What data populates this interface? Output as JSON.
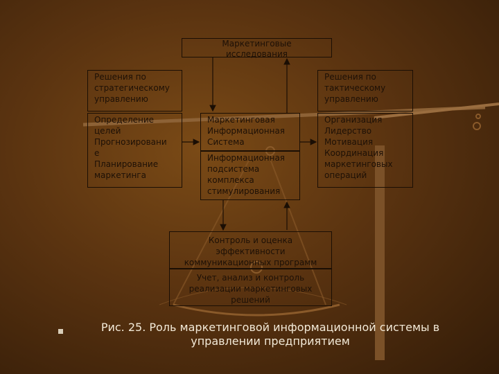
{
  "diagram": {
    "research": "Маркетинговые\nисследования",
    "strategic_decisions": "Решения по\nстратегическому\nуправлению",
    "tactical_decisions": "Решения по\nтактическому\nуправлению",
    "planning": "Определение\nцелей\nПрогнозировани\nе\nПланирование\nмаркетинга",
    "mis": "Маркетинговая\nИнформационная\nСистема",
    "subsystem": "Информационная\nподсистема\nкомплекса\nстимулирования",
    "organization": "Организация\nЛидерство\nМотивация\nКоординация\nмаркетинговых\nопераций",
    "control": "Контроль и оценка\nэффективности\nкоммуникационных программ",
    "analysis": "Учет, анализ и контроль\nреализации маркетинговых\nрешений"
  },
  "caption": "Рис. 25. Роль маркетинговой информационной системы в управлении предприятием",
  "colors": {
    "background": "#5a3310",
    "box_border": "#1a0e04",
    "text": "#1d1006",
    "caption": "#f3ead8"
  },
  "icons": [
    "scales-icon",
    "bullet-icon"
  ]
}
